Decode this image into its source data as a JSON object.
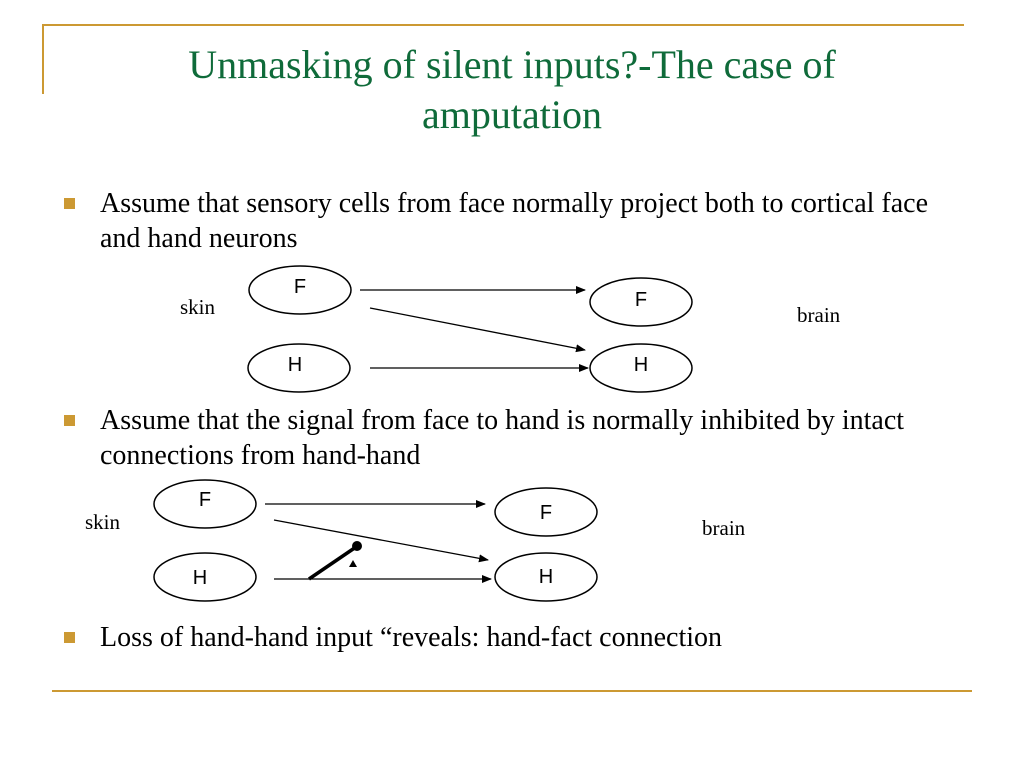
{
  "slide": {
    "title": "Unmasking of silent inputs?-The case of amputation",
    "accent_color": "#cc9933",
    "title_color": "#0f6b3a"
  },
  "bullets": [
    {
      "text": "Assume that sensory cells from face normally project both to cortical face and hand neurons"
    },
    {
      "text": "Assume that the signal from face to hand is normally inhibited by intact connections from hand-hand"
    },
    {
      "text": "Loss of hand-hand input “reveals: hand-fact connection"
    }
  ],
  "diagram1": {
    "skin_label": "skin",
    "brain_label": "brain",
    "skin_nodes": [
      "F",
      "H"
    ],
    "brain_nodes": [
      "F",
      "H"
    ]
  },
  "diagram2": {
    "skin_label": "skin",
    "brain_label": "brain",
    "skin_nodes": [
      "F",
      "H"
    ],
    "brain_nodes": [
      "F",
      "H"
    ]
  }
}
